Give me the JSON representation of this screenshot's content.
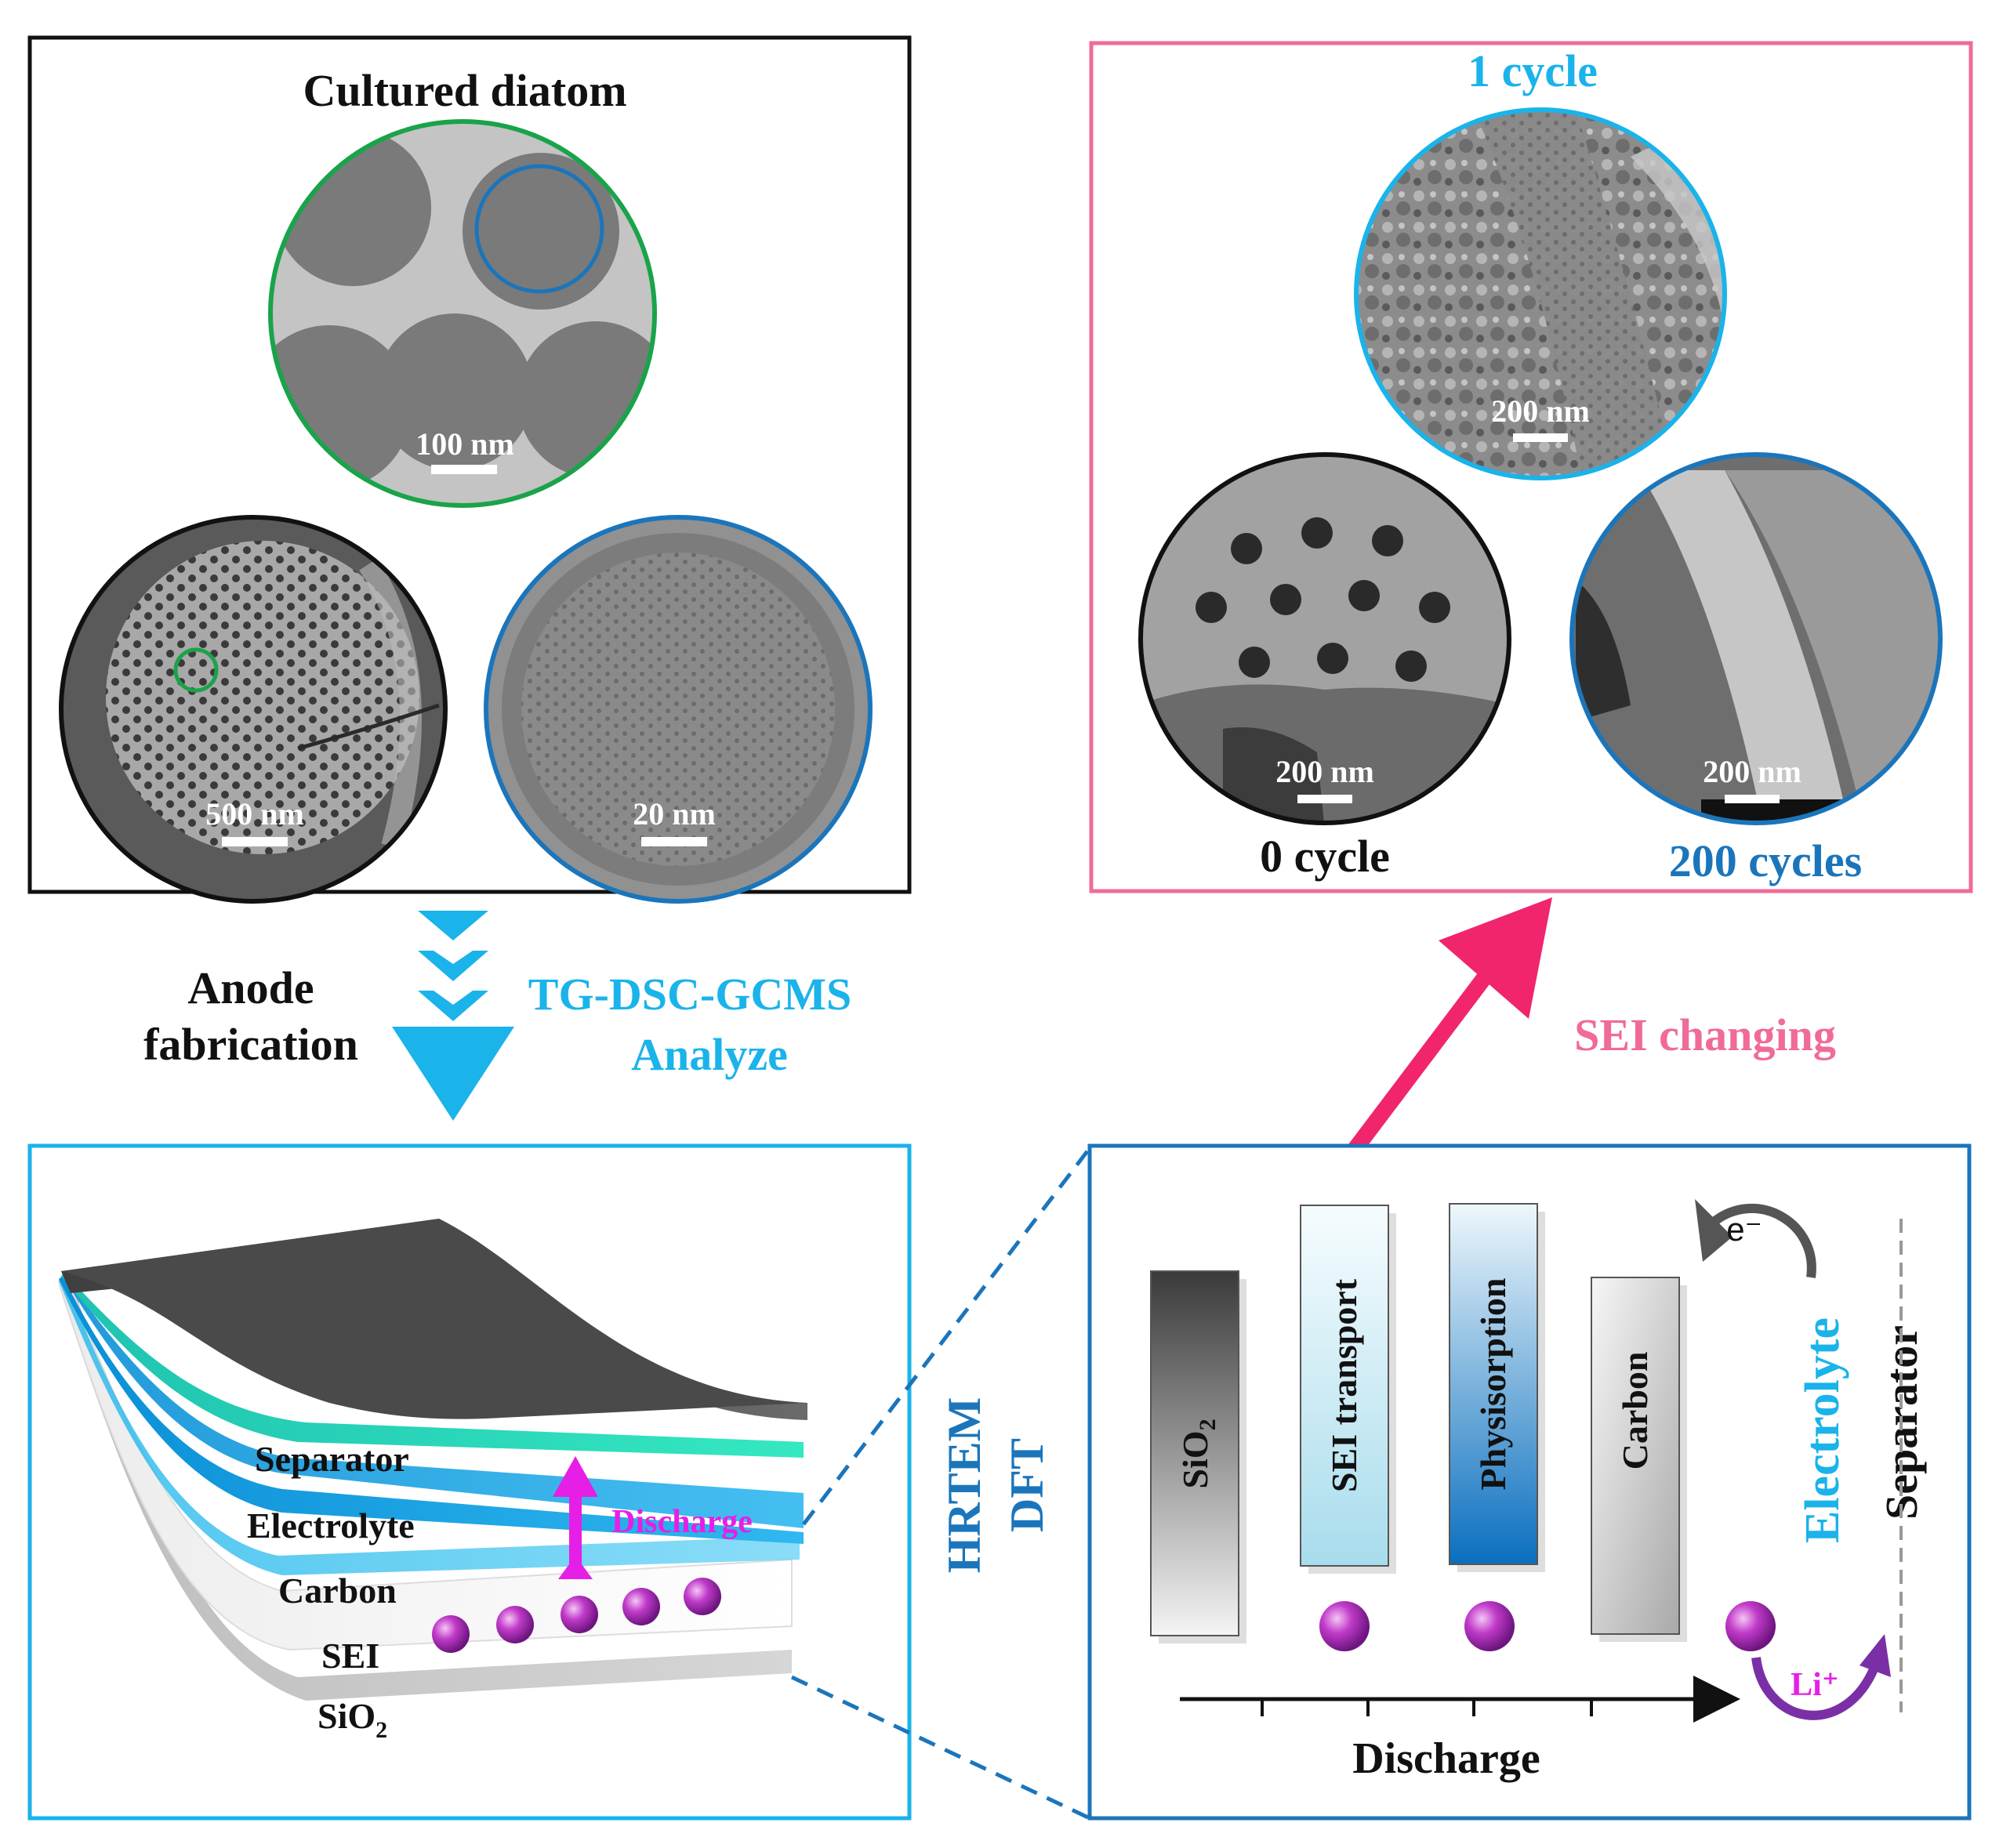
{
  "panels": {
    "diatom": {
      "title": "Cultured diatom",
      "scale_100": "100 nm",
      "scale_500": "500 nm",
      "scale_20": "20 nm"
    },
    "cycles": {
      "label_1": "1 cycle",
      "scale_1": "200 nm",
      "label_0": "0 cycle",
      "scale_0": "200 nm",
      "label_200": "200 cycles",
      "scale_200": "200 nm"
    },
    "anode": {
      "separator": "Separator",
      "electrolyte": "Electrolyte",
      "carbon": "Carbon",
      "sei": "SEI",
      "sio2_base": "SiO",
      "sio2_sub": "2",
      "discharge": "Discharge"
    },
    "mechanism": {
      "sio2_base": "SiO",
      "sio2_sub": "2",
      "sei_transport": "SEI transport",
      "physisorption": "Physisorption",
      "carbon": "Carbon",
      "electrolyte": "Electrolyte",
      "separator": "Separator",
      "electron": "e⁻",
      "li_ion": "Li⁺",
      "discharge": "Discharge"
    }
  },
  "flow": {
    "anode_line1": "Anode",
    "anode_line2": "fabrication",
    "tg_line1": "TG-DSC-GCMS",
    "tg_line2": "Analyze",
    "hrtem": "HRTEM",
    "dft": "DFT",
    "sei_changing": "SEI changing"
  },
  "colors": {
    "pink": "#f06a9a",
    "hot_pink": "#f0256d",
    "cyan": "#1ab3ea",
    "blue": "#1b75bb",
    "green": "#1aa34a",
    "magenta": "#e61fe6",
    "purple": "#7b2fa6"
  }
}
